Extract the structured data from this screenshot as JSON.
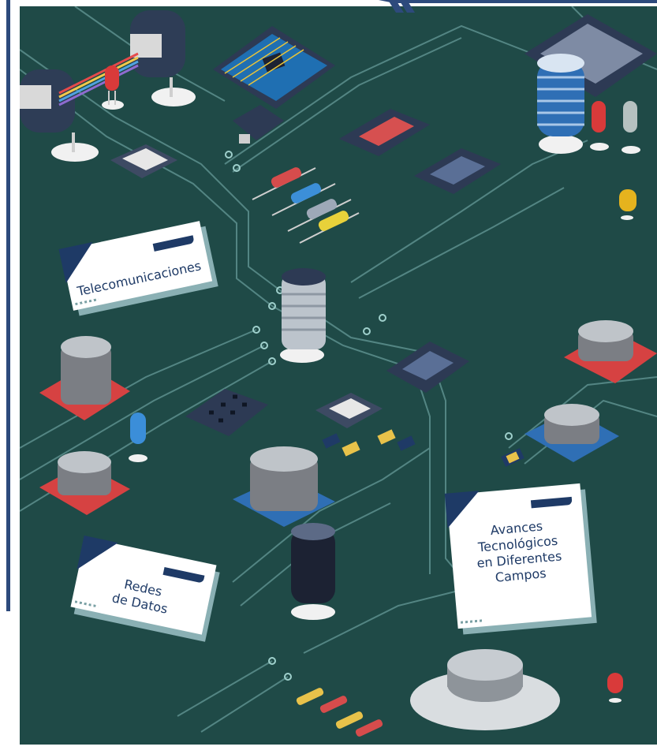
{
  "cards": {
    "telecom": "Telecomunicaciones",
    "redes": "Redes\nde Datos",
    "avances": "Avances\nTecnológicos\nen Diferentes\nCampos"
  },
  "colors": {
    "board": "#1f4a47",
    "trace": "#7fb6b4",
    "accent_blue": "#1e3a66",
    "card": "#ffffff",
    "card_shadow": "#8ab0b4"
  }
}
